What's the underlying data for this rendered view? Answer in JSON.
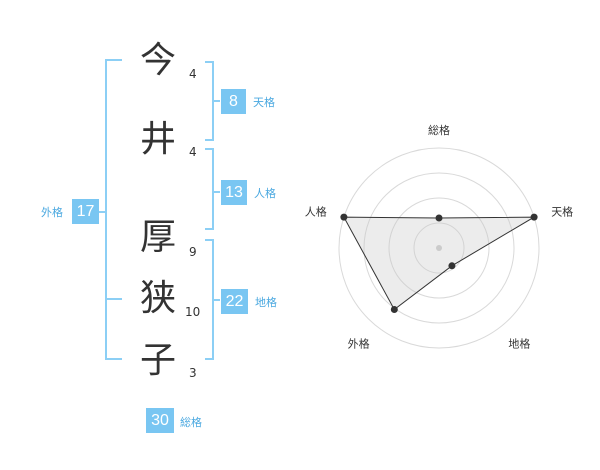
{
  "name": {
    "chars": [
      {
        "char": "今",
        "strokes": "4"
      },
      {
        "char": "井",
        "strokes": "4"
      },
      {
        "char": "厚",
        "strokes": "9"
      },
      {
        "char": "狭",
        "strokes": "10"
      },
      {
        "char": "子",
        "strokes": "3"
      }
    ]
  },
  "fortunes": {
    "tenkaku": {
      "value": "8",
      "label": "天格"
    },
    "jinkaku": {
      "value": "13",
      "label": "人格"
    },
    "chikaku": {
      "value": "22",
      "label": "地格"
    },
    "gaikaku": {
      "value": "17",
      "label": "外格"
    },
    "soukaku": {
      "value": "30",
      "label": "総格"
    }
  },
  "radar": {
    "axes": [
      "総格",
      "天格",
      "地格",
      "外格",
      "人格"
    ],
    "levels": 4,
    "values": [
      0.3,
      1.0,
      0.22,
      0.76,
      1.0
    ]
  },
  "colors": {
    "accent": "#79c6f2",
    "bracket": "#8ccff5",
    "text": "#333333"
  }
}
